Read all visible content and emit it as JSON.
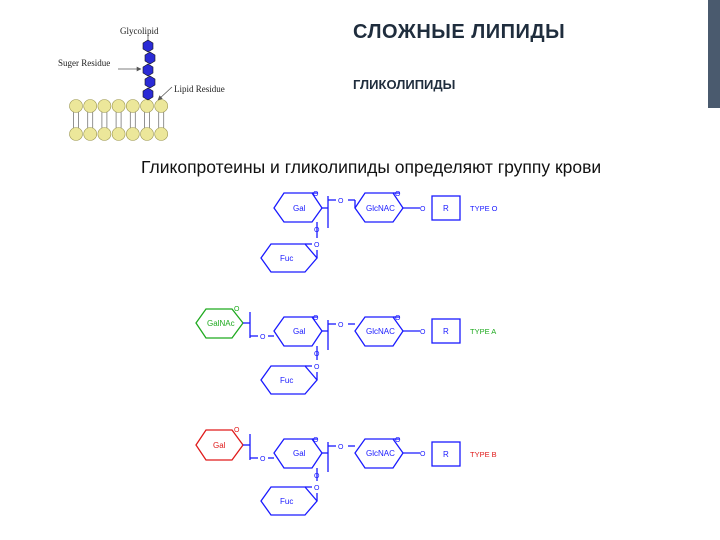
{
  "slide": {
    "title": "СЛОЖНЫЕ ЛИПИДЫ",
    "subtitle": "ГЛИКОЛИПИДЫ",
    "caption": "Гликопротеины и гликолипиды определяют группу крови"
  },
  "membrane_figure": {
    "glycolipid_label": "Glycolipid",
    "sugar_residue_label": "Suger Residue",
    "lipid_residue_label": "Lipid Residue"
  },
  "blood_groups": {
    "type_o": {
      "type_label": "TYPE O",
      "gal": "Gal",
      "glcnac": "GlcNAC",
      "fuc": "Fuc",
      "r": "R"
    },
    "type_a": {
      "type_label": "TYPE A",
      "extra": "GalNAc",
      "gal": "Gal",
      "glcnac": "GlcNAC",
      "fuc": "Fuc",
      "r": "R"
    },
    "type_b": {
      "type_label": "TYPE B",
      "extra": "Gal",
      "gal": "Gal",
      "glcnac": "GlcNAC",
      "fuc": "Fuc",
      "r": "R"
    },
    "oxygen": "O"
  },
  "colors": {
    "title": "#1f2d3d",
    "accent_bar": "#4a5a6e",
    "sugar_blue": "#1a1aff",
    "type_o": "#1a1aff",
    "type_a": "#1faa1f",
    "type_b": "#e01a1a",
    "lipid_head": "#ece79a",
    "sugar_bead": "#2b2bd6"
  }
}
